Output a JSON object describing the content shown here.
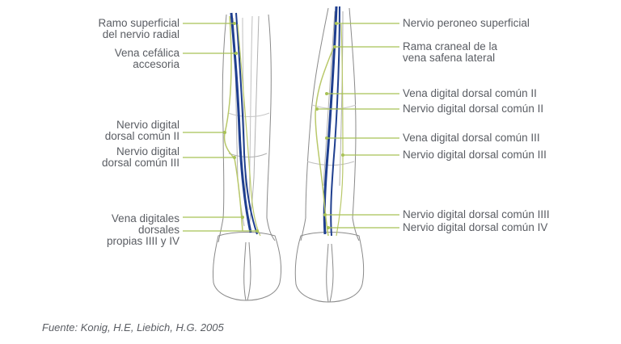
{
  "colors": {
    "leader": "#a8c256",
    "vein": "#1f3f8f",
    "nerve": "#b9c86a",
    "outline": "#8a8a8a",
    "text": "#5a5d63"
  },
  "left_labels": [
    {
      "lines": [
        "Ramo superficial",
        "del nervio radial"
      ]
    },
    {
      "lines": [
        "Vena cefálica",
        "accesoria"
      ]
    },
    {
      "lines": [
        "Nervio digital",
        "dorsal común II"
      ]
    },
    {
      "lines": [
        "Nervio digital",
        "dorsal común III"
      ]
    },
    {
      "lines": [
        "Vena digitales",
        "dorsales",
        "propias IIII y IV"
      ]
    }
  ],
  "right_labels": [
    {
      "lines": [
        "Nervio peroneo superficial"
      ]
    },
    {
      "lines": [
        "Rama craneal de la",
        "vena safena lateral"
      ]
    },
    {
      "lines": [
        "Vena digital dorsal común II"
      ]
    },
    {
      "lines": [
        "Nervio digital dorsal común II"
      ]
    },
    {
      "lines": [
        "Vena digital dorsal común III"
      ]
    },
    {
      "lines": [
        "Nervio digital dorsal común III"
      ]
    },
    {
      "lines": [
        "Nervio digital dorsal común IIII"
      ]
    },
    {
      "lines": [
        "Nervio digital dorsal común IV"
      ]
    }
  ],
  "source": "Fuente: Konig, H.E, Liebich, H.G. 2005"
}
